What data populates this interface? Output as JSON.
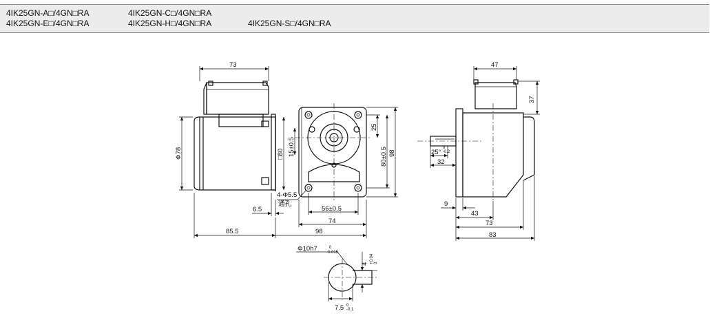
{
  "models": {
    "row1": [
      "4IK25GN-A□/4GN□RA",
      "4IK25GN-C□/4GN□RA"
    ],
    "row2": [
      "4IK25GN-E□/4GN□RA",
      "4IK25GN-H□/4GN□RA",
      "4IK25GN-S□/4GN□RA"
    ]
  },
  "dimensions": {
    "front": {
      "width_73": "73",
      "phi78": "Φ78",
      "sq80": "□80",
      "d15": "15±0.5",
      "d25": "25",
      "d80": "80±0.5",
      "d98v": "98",
      "holes": "4-Φ5.5",
      "through": "通孔",
      "d65": "6.5",
      "d56": "56±0.5",
      "d74": "74",
      "d855": "85.5",
      "d98h": "98"
    },
    "side": {
      "d47": "47",
      "d37": "37",
      "d25deg": "25°",
      "d25tol_top": "0",
      "d25tol_bot": "-0.2",
      "d32": "32",
      "d9": "9",
      "d43": "43",
      "d73": "73",
      "d83": "83"
    },
    "shaft": {
      "phi10": "Φ10h7",
      "phi_tol_top": "0",
      "phi_tol_bot": "-0.015",
      "d4": "4",
      "d4_tol_top": "+0.04",
      "d4_tol_bot": "0",
      "d75": "7.5",
      "d75_tol_top": "0",
      "d75_tol_bot": "-0.1"
    }
  }
}
